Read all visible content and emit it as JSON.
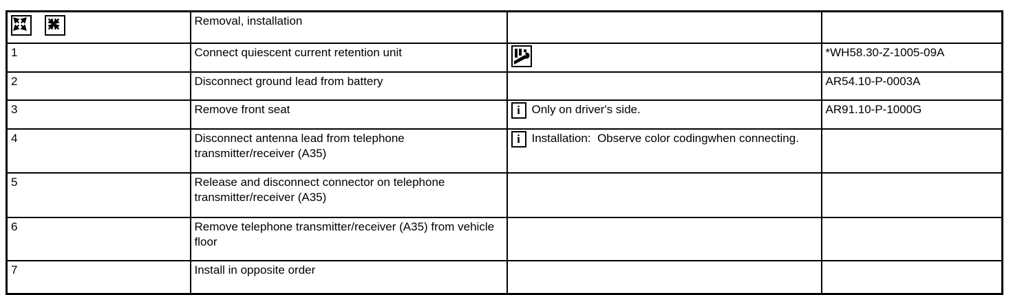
{
  "table": {
    "header": {
      "title": "Removal, installation",
      "icons": {
        "expand": "expand-arrows",
        "collapse": "collapse-arrows"
      }
    },
    "info_icon_glyph": "i",
    "rows": [
      {
        "num": "1",
        "step": "Connect quiescent current retention unit",
        "note": "",
        "note_icon": "workshop-equipment",
        "code": "*WH58.30-Z-1005-09A"
      },
      {
        "num": "2",
        "step": "Disconnect ground lead from battery",
        "note": "",
        "note_icon": "",
        "code": "AR54.10-P-0003A"
      },
      {
        "num": "3",
        "step": "Remove front seat",
        "note": "Only on driver's side.",
        "note_icon": "info",
        "code": "AR91.10-P-1000G"
      },
      {
        "num": "4",
        "step": "Disconnect antenna lead from telephone transmitter/receiver (A35)",
        "note": "Installation:  Observe color codingwhen connecting.",
        "note_icon": "info",
        "code": ""
      },
      {
        "num": "5",
        "step": "Release and disconnect connector on telephone transmitter/receiver (A35)",
        "note": "",
        "note_icon": "",
        "code": ""
      },
      {
        "num": "6",
        "step": "Remove telephone transmitter/receiver (A35) from vehicle floor",
        "note": "",
        "note_icon": "",
        "code": ""
      },
      {
        "num": "7",
        "step": "Install in opposite order",
        "note": "",
        "note_icon": "",
        "code": ""
      }
    ]
  }
}
